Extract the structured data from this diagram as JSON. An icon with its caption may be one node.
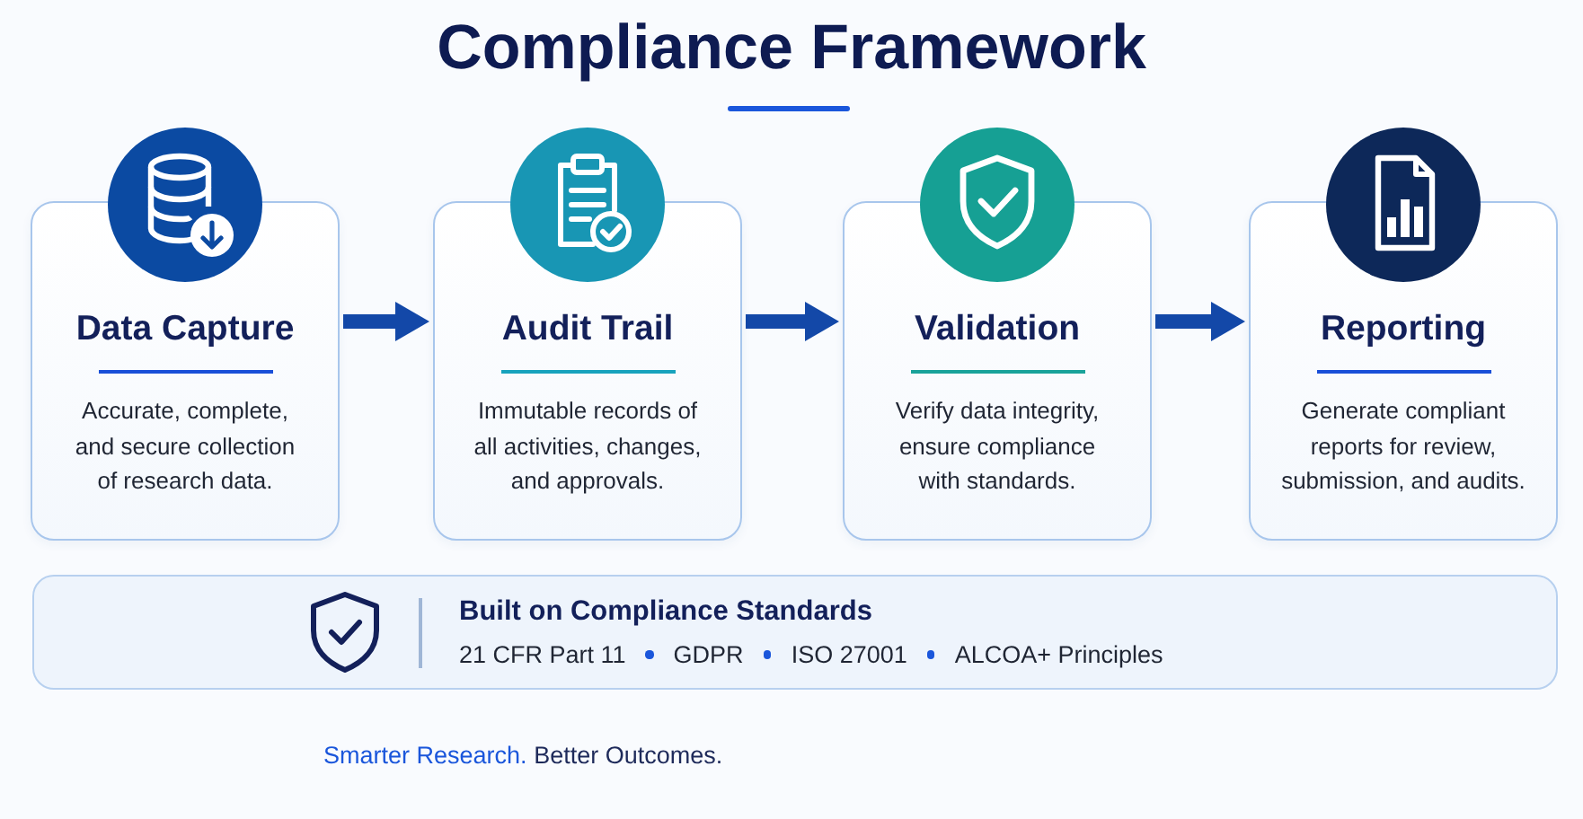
{
  "diagram": {
    "title": "Compliance Framework",
    "nodes": [
      {
        "text": [
          "Data Capture",
          "Accurate, complete, and secure collection of research data."
        ]
      },
      {
        "text": [
          "Audit Trail",
          "Immutable records of all activities, changes, and approvals."
        ]
      },
      {
        "text": [
          "Validation",
          "Verify data integrity, ensure compliance with standards."
        ]
      },
      {
        "text": [
          "Reporting",
          "Generate compliant reports for review, submission, and audits."
        ]
      },
      {
        "text": [
          "Built on Compliance Standards",
          "21 CFR Part 11",
          "GDPR",
          "ISO 27001",
          "ALCOA+ Principles"
        ]
      }
    ],
    "edges": [
      {
        "from": 0,
        "to": 1,
        "arrow": "to"
      },
      {
        "from": 1,
        "to": 2,
        "arrow": "to"
      },
      {
        "from": 2,
        "to": 3,
        "arrow": "to"
      }
    ],
    "labels": [
      "Smarter Research.",
      "Better Outcomes."
    ]
  }
}
